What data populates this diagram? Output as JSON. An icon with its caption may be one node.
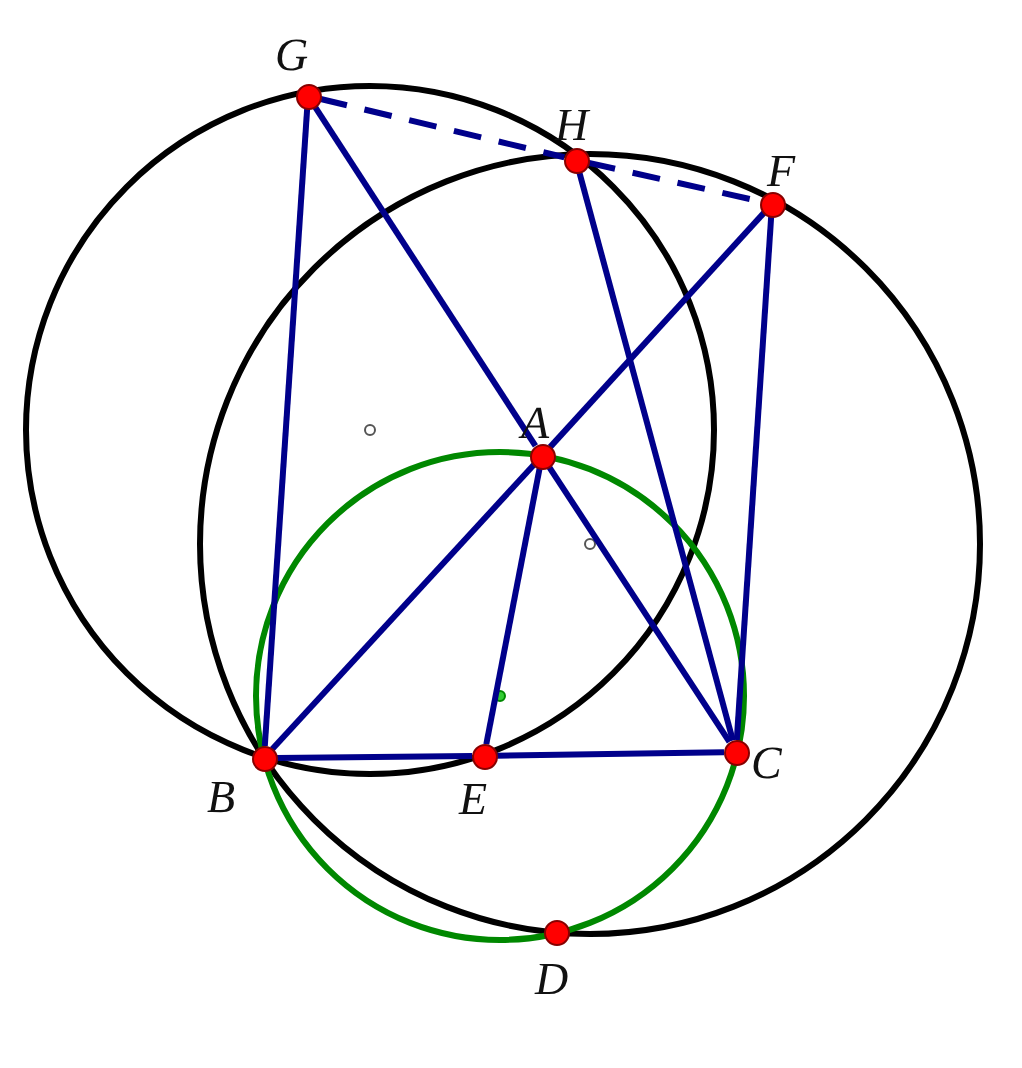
{
  "diagram": {
    "nodes": [
      {
        "text": [
          "G"
        ]
      },
      {
        "text": [
          "H"
        ]
      },
      {
        "text": [
          "F"
        ]
      },
      {
        "text": [
          "A"
        ]
      },
      {
        "text": [
          "B"
        ]
      },
      {
        "text": [
          "E"
        ]
      },
      {
        "text": [
          "C"
        ]
      },
      {
        "text": [
          "D"
        ]
      }
    ],
    "edges": [
      {
        "from": 0,
        "to": 1,
        "arrow": "none",
        "style": "dashed"
      },
      {
        "from": 1,
        "to": 2,
        "arrow": "none",
        "style": "dashed"
      },
      {
        "from": 0,
        "to": 4,
        "arrow": "none"
      },
      {
        "from": 0,
        "to": 3,
        "arrow": "none"
      },
      {
        "from": 3,
        "to": 6,
        "arrow": "none"
      },
      {
        "from": 4,
        "to": 3,
        "arrow": "none"
      },
      {
        "from": 3,
        "to": 2,
        "arrow": "none"
      },
      {
        "from": 1,
        "to": 6,
        "arrow": "none"
      },
      {
        "from": 2,
        "to": 6,
        "arrow": "none"
      },
      {
        "from": 4,
        "to": 5,
        "arrow": "none"
      },
      {
        "from": 5,
        "to": 6,
        "arrow": "none"
      },
      {
        "from": 3,
        "to": 5,
        "arrow": "none"
      }
    ]
  }
}
